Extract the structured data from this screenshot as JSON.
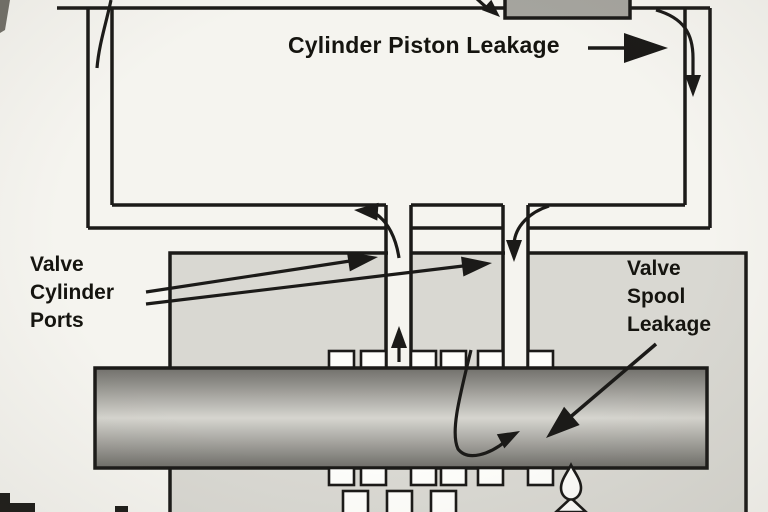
{
  "figure": {
    "colors": {
      "paper": "#f5f4ef",
      "line": "#1b1a18",
      "valve_body_fill": "#d9d8d2",
      "piston_fill": "#a5a49e",
      "spool_highlight": "#d6d5cf",
      "spool_shadow": "#6e6d68",
      "port_fill": "#fdfdfa"
    },
    "labels": {
      "cylinder_piston_leakage": "Cylinder Piston Leakage",
      "valve_cylinder_ports": {
        "line1": "Valve",
        "line2": "Cylinder",
        "line3": "Ports"
      },
      "valve_spool_leakage": {
        "line1": "Valve",
        "line2": "Spool",
        "line3": "Leakage"
      }
    }
  }
}
